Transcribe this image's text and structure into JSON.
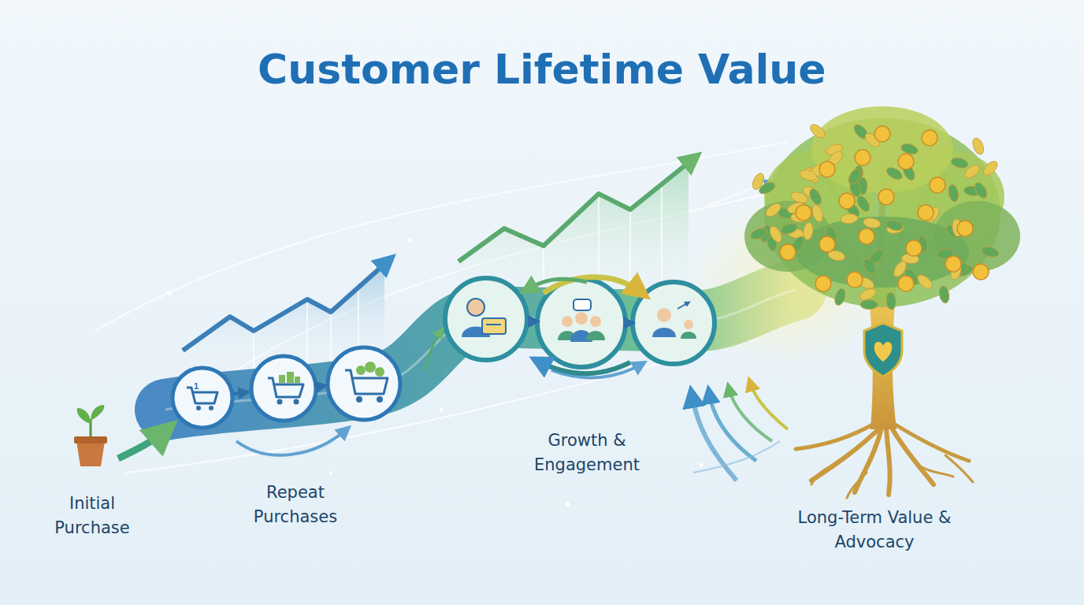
{
  "diagram": {
    "title": "Customer Lifetime Value",
    "labels": [
      "Initial Purchase",
      "Repeat Purchases",
      "Growth & Engagement",
      "Long-Term Value & Advocacy",
      "1"
    ]
  }
}
